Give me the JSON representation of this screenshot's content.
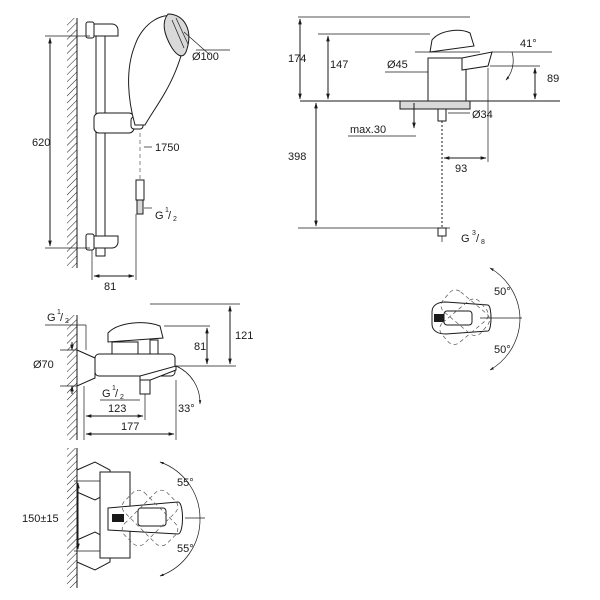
{
  "shower_set": {
    "height_620": "620",
    "head_d100": "Ø100",
    "hose_1750": "1750",
    "thread_g": "G",
    "thread_frac_top": "1",
    "thread_frac_bot": "2",
    "width_81": "81"
  },
  "basin_mixer": {
    "d174": "174",
    "d147": "147",
    "d45": "Ø45",
    "angle_41": "41°",
    "d89": "89",
    "d34": "Ø34",
    "max30": "max.30",
    "d398": "398",
    "d93": "93",
    "thread_g": "G",
    "thread_frac_top": "3",
    "thread_frac_bot": "8",
    "angle_50_top": "50°",
    "angle_50_bot": "50°"
  },
  "bath_mixer": {
    "thread_g_top": "G",
    "thread_top_frac_top": "1",
    "thread_top_frac_bot": "2",
    "d70": "Ø70",
    "d121": "121",
    "d81": "81",
    "thread_g_mid": "G",
    "thread_mid_frac_top": "1",
    "thread_mid_frac_bot": "2",
    "angle_33": "33°",
    "d123": "123",
    "d177": "177",
    "d150": "150±15",
    "angle_55_top": "55°",
    "angle_55_bot": "55°"
  }
}
